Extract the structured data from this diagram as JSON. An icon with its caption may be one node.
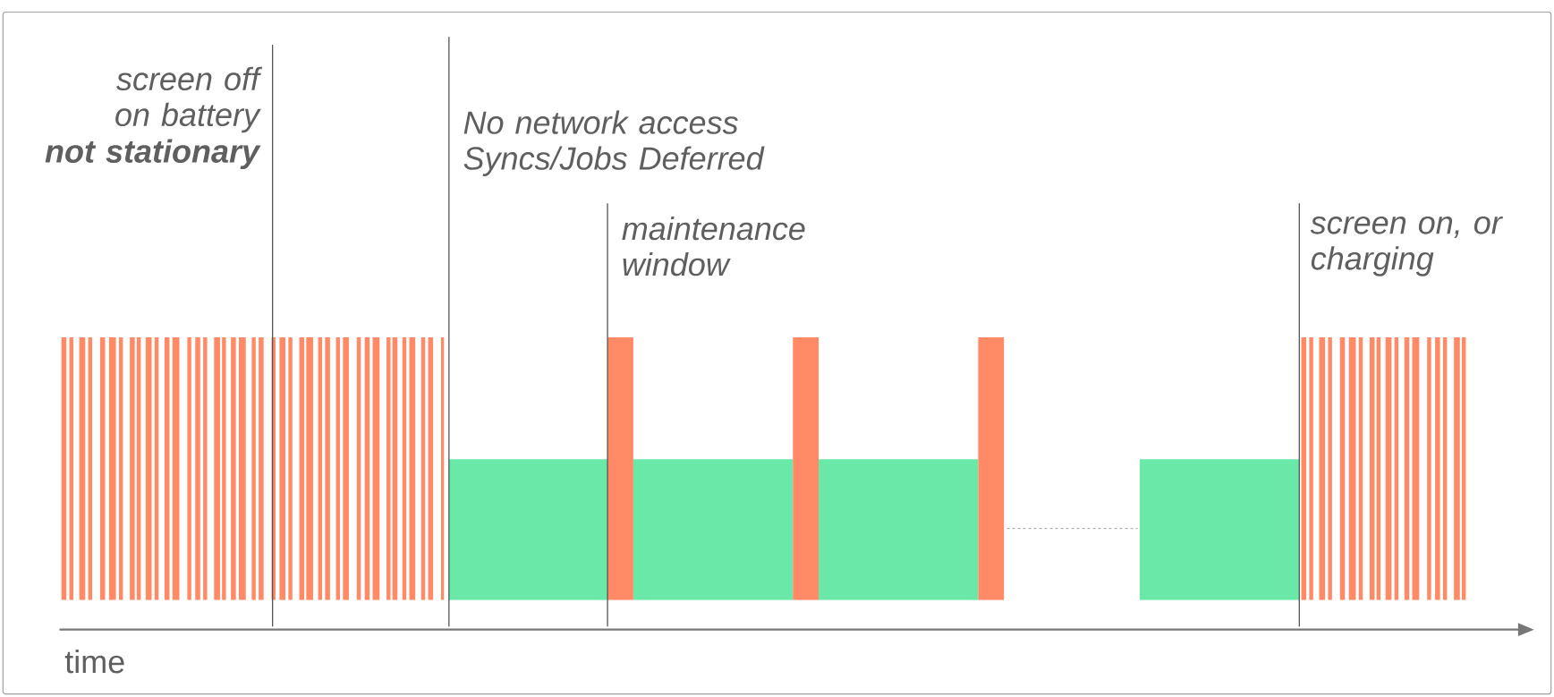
{
  "diagram": {
    "labels": [
      "screen off on battery",
      "not stationary",
      "No network access Syncs/Jobs Deferred",
      "maintenance window",
      "screen on, or charging",
      "time"
    ]
  }
}
